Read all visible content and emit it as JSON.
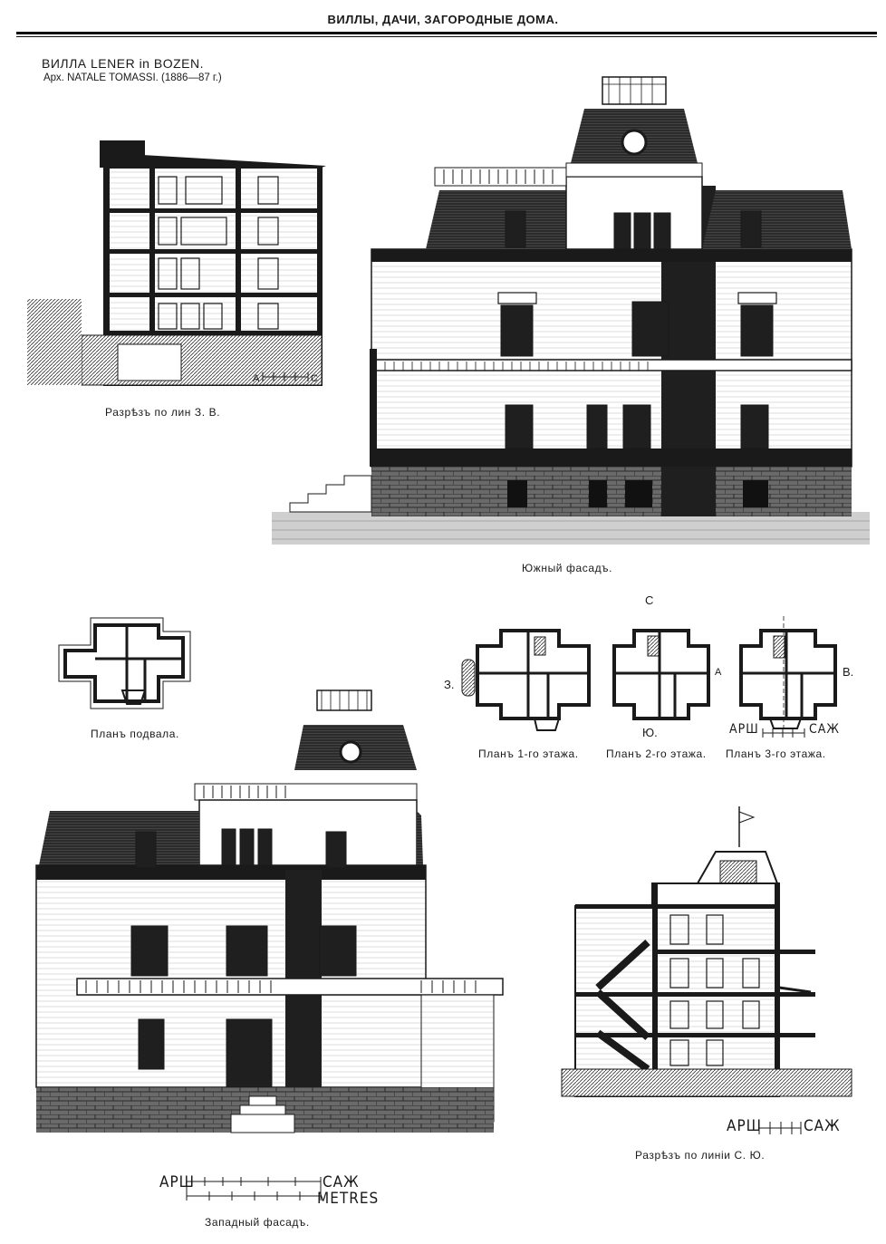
{
  "header": "ВИЛЛЫ, ДАЧИ, ЗАГОРОДНЫЕ ДОМА.",
  "title": "ВИЛЛА LENER in BOZEN.",
  "subtitle": "Арх. NATALE TOMASSI. (1886—87 г.)",
  "captions": {
    "section_ew": "Разрѣзъ по лин З. В.",
    "south_facade": "Южный фасадъ.",
    "basement_plan": "Планъ подвала.",
    "plan_1": "Планъ 1-го этажа.",
    "plan_2": "Планъ 2-го этажа.",
    "plan_3": "Планъ 3-го этажа.",
    "west_facade": "Западный фасадъ.",
    "section_ns": "Разрѣзъ по линіи С. Ю."
  },
  "compass": {
    "north": "С",
    "south": "Ю.",
    "west": "З.",
    "east": "В.",
    "a": "А"
  },
  "scales": {
    "section_ew_left": "А",
    "section_ew_right": "С",
    "plans_left": "АРШ",
    "plans_right": "САЖ",
    "section_ns_left": "АРШ",
    "section_ns_right": "САЖ",
    "west_left": "АРШ",
    "west_right": "САЖ",
    "west_metres": "METRES"
  }
}
